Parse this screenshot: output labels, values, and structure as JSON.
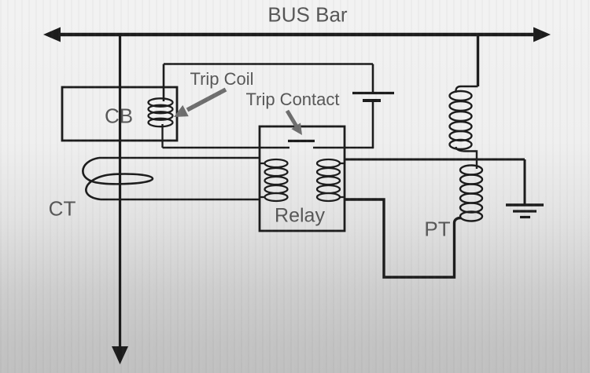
{
  "labels": {
    "bus_bar": "BUS Bar",
    "cb": "CB",
    "ct": "CT",
    "relay": "Relay",
    "pt": "PT",
    "trip_coil": "Trip Coil",
    "trip_contact": "Trip Contact"
  },
  "components": [
    {
      "id": "bus-bar",
      "symbol": "thick-line-double-arrow"
    },
    {
      "id": "circuit-breaker",
      "symbol": "rectangle-box"
    },
    {
      "id": "trip-coil",
      "symbol": "coil-icon"
    },
    {
      "id": "trip-contact",
      "symbol": "open-contact-icon"
    },
    {
      "id": "battery",
      "symbol": "battery-icon"
    },
    {
      "id": "current-transformer",
      "symbol": "wound-loops-around-feeder"
    },
    {
      "id": "relay",
      "symbol": "rectangle-box-with-two-coils"
    },
    {
      "id": "potential-transformer",
      "symbol": "primary-and-secondary-coils"
    },
    {
      "id": "ground",
      "symbol": "earth-ground-icon"
    },
    {
      "id": "feeder",
      "symbol": "vertical-line-down-arrow"
    }
  ],
  "colors": {
    "line": "#1c1c1c",
    "label_text": "#575757",
    "annotation_arrow": "#6e6e6e",
    "background_top": "#f2f2f2",
    "background_bottom": "#c0c0c0"
  }
}
